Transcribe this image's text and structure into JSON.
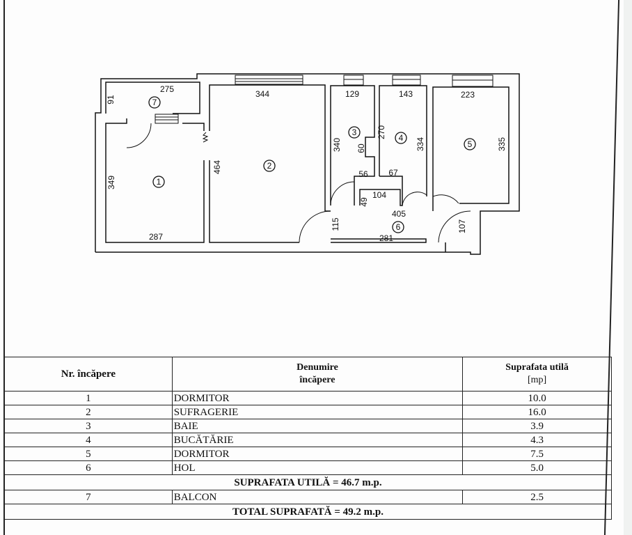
{
  "floor_plan": {
    "rooms": [
      {
        "id": "1"
      },
      {
        "id": "2"
      },
      {
        "id": "3"
      },
      {
        "id": "4"
      },
      {
        "id": "5"
      },
      {
        "id": "6"
      },
      {
        "id": "7"
      }
    ],
    "dimensions": [
      "275",
      "91",
      "349",
      "287",
      "344",
      "464",
      "129",
      "340",
      "60",
      "56",
      "143",
      "270",
      "67",
      "334",
      "104",
      "49",
      "223",
      "335",
      "405",
      "115",
      "281",
      "107"
    ]
  },
  "table": {
    "headers": {
      "nr": "Nr. încăpere",
      "name_line1": "Denumire",
      "name_line2": "încăpere",
      "area": "Suprafata utilă",
      "unit": "[mp]"
    },
    "rows": [
      {
        "nr": "1",
        "name": "DORMITOR",
        "area": "10.0"
      },
      {
        "nr": "2",
        "name": "SUFRAGERIE",
        "area": "16.0"
      },
      {
        "nr": "3",
        "name": "BAIE",
        "area": "3.9"
      },
      {
        "nr": "4",
        "name": "BUCĂTĂRIE",
        "area": "4.3"
      },
      {
        "nr": "5",
        "name": "DORMITOR",
        "area": "7.5"
      },
      {
        "nr": "6",
        "name": "HOL",
        "area": "5.0"
      }
    ],
    "subtotal": "SUPRAFATA UTILĂ = 46.7 m.p.",
    "balcony": {
      "nr": "7",
      "name": "BALCON",
      "area": "2.5"
    },
    "total": "TOTAL SUPRAFATĂ = 49.2 m.p."
  }
}
